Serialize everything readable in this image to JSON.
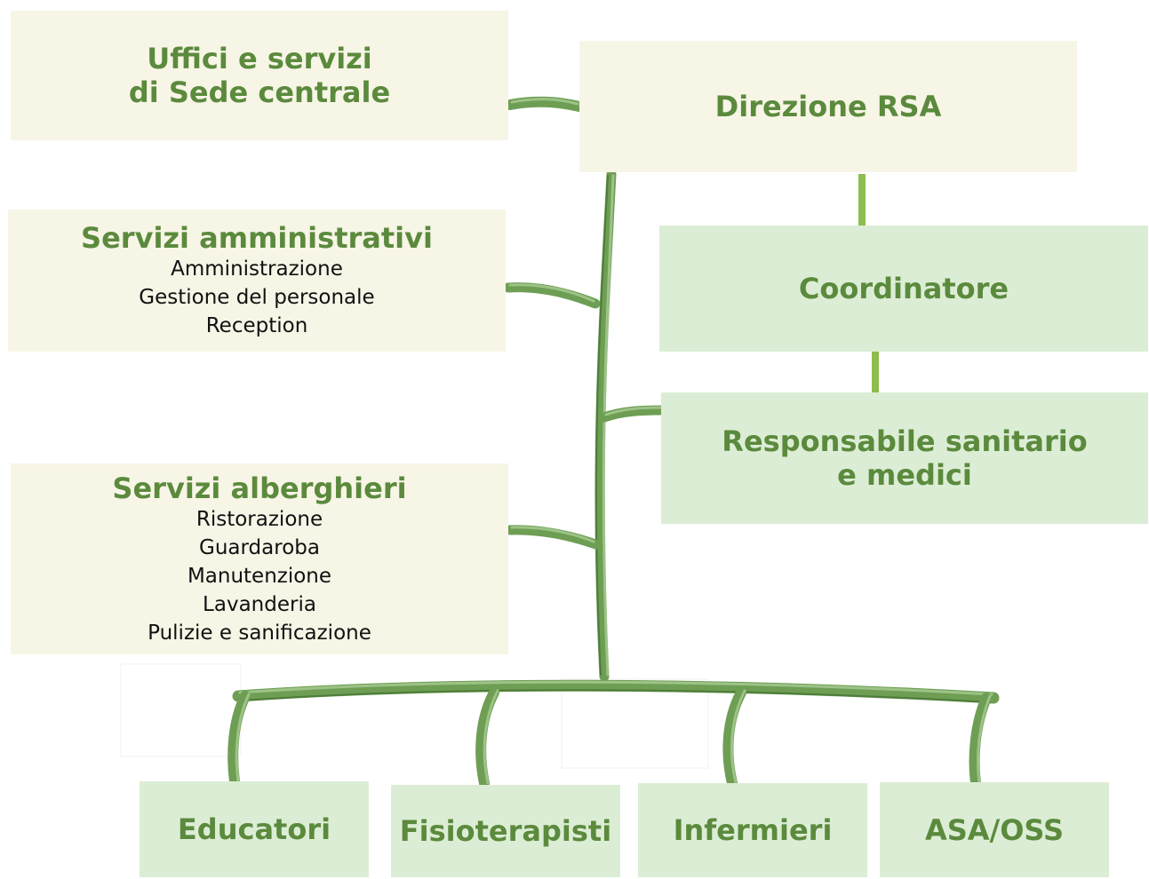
{
  "org_chart": {
    "sede_centrale": {
      "title": "Uffici e servizi\ndi Sede centrale"
    },
    "direzione": {
      "title": "Direzione RSA"
    },
    "coordinatore": {
      "title": "Coordinatore"
    },
    "responsabile": {
      "title": "Responsabile sanitario\ne medici"
    },
    "servizi_amministrativi": {
      "title": "Servizi amministrativi",
      "items": [
        "Amministrazione",
        "Gestione del personale",
        "Reception"
      ]
    },
    "servizi_alberghieri": {
      "title": "Servizi alberghieri",
      "items": [
        "Ristorazione",
        "Guardaroba",
        "Manutenzione",
        "Lavanderia",
        "Pulizie e sanificazione"
      ]
    },
    "bottom": [
      {
        "label": "Educatori"
      },
      {
        "label": "Fisioterapisti"
      },
      {
        "label": "Infermieri"
      },
      {
        "label": "ASA/OSS"
      }
    ]
  },
  "colors": {
    "branch": "#6e9e54",
    "branch_dark": "#4f7c3a",
    "connector": "#8dbd4e",
    "cream_box": "#f7f5e6",
    "mint_box": "#dcedd5",
    "title_text": "#5b8a3d"
  }
}
